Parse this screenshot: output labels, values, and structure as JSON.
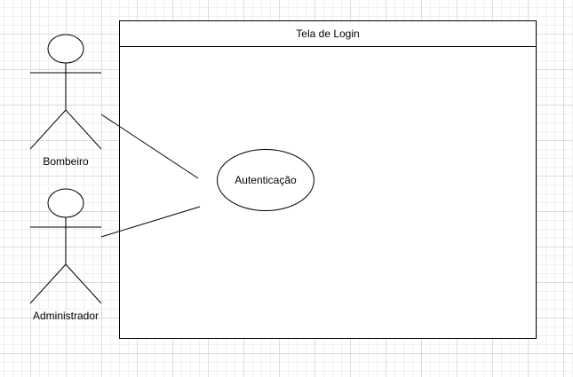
{
  "diagram": {
    "system": {
      "title": "Tela de Login"
    },
    "actors": [
      {
        "label": "Bombeiro"
      },
      {
        "label": "Administrador"
      }
    ],
    "use_case": {
      "label": "Autenticação"
    },
    "colors": {
      "stroke": "#000000",
      "grid_major": "#dcdcdc",
      "grid_minor": "#f0f0f0",
      "fill": "#ffffff"
    }
  }
}
